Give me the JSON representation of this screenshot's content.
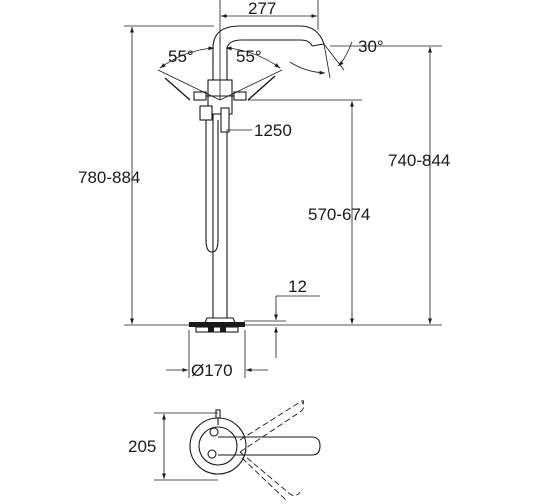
{
  "dimensions": {
    "spout_reach": "277",
    "angle_left": "55°",
    "angle_right": "55°",
    "angle_spout": "30°",
    "hose_length": "1250",
    "total_height": "780-884",
    "spout_height": "740-844",
    "handle_height": "570-674",
    "floor_offset": "12",
    "base_diameter": "Ø170",
    "plan_depth": "205"
  }
}
